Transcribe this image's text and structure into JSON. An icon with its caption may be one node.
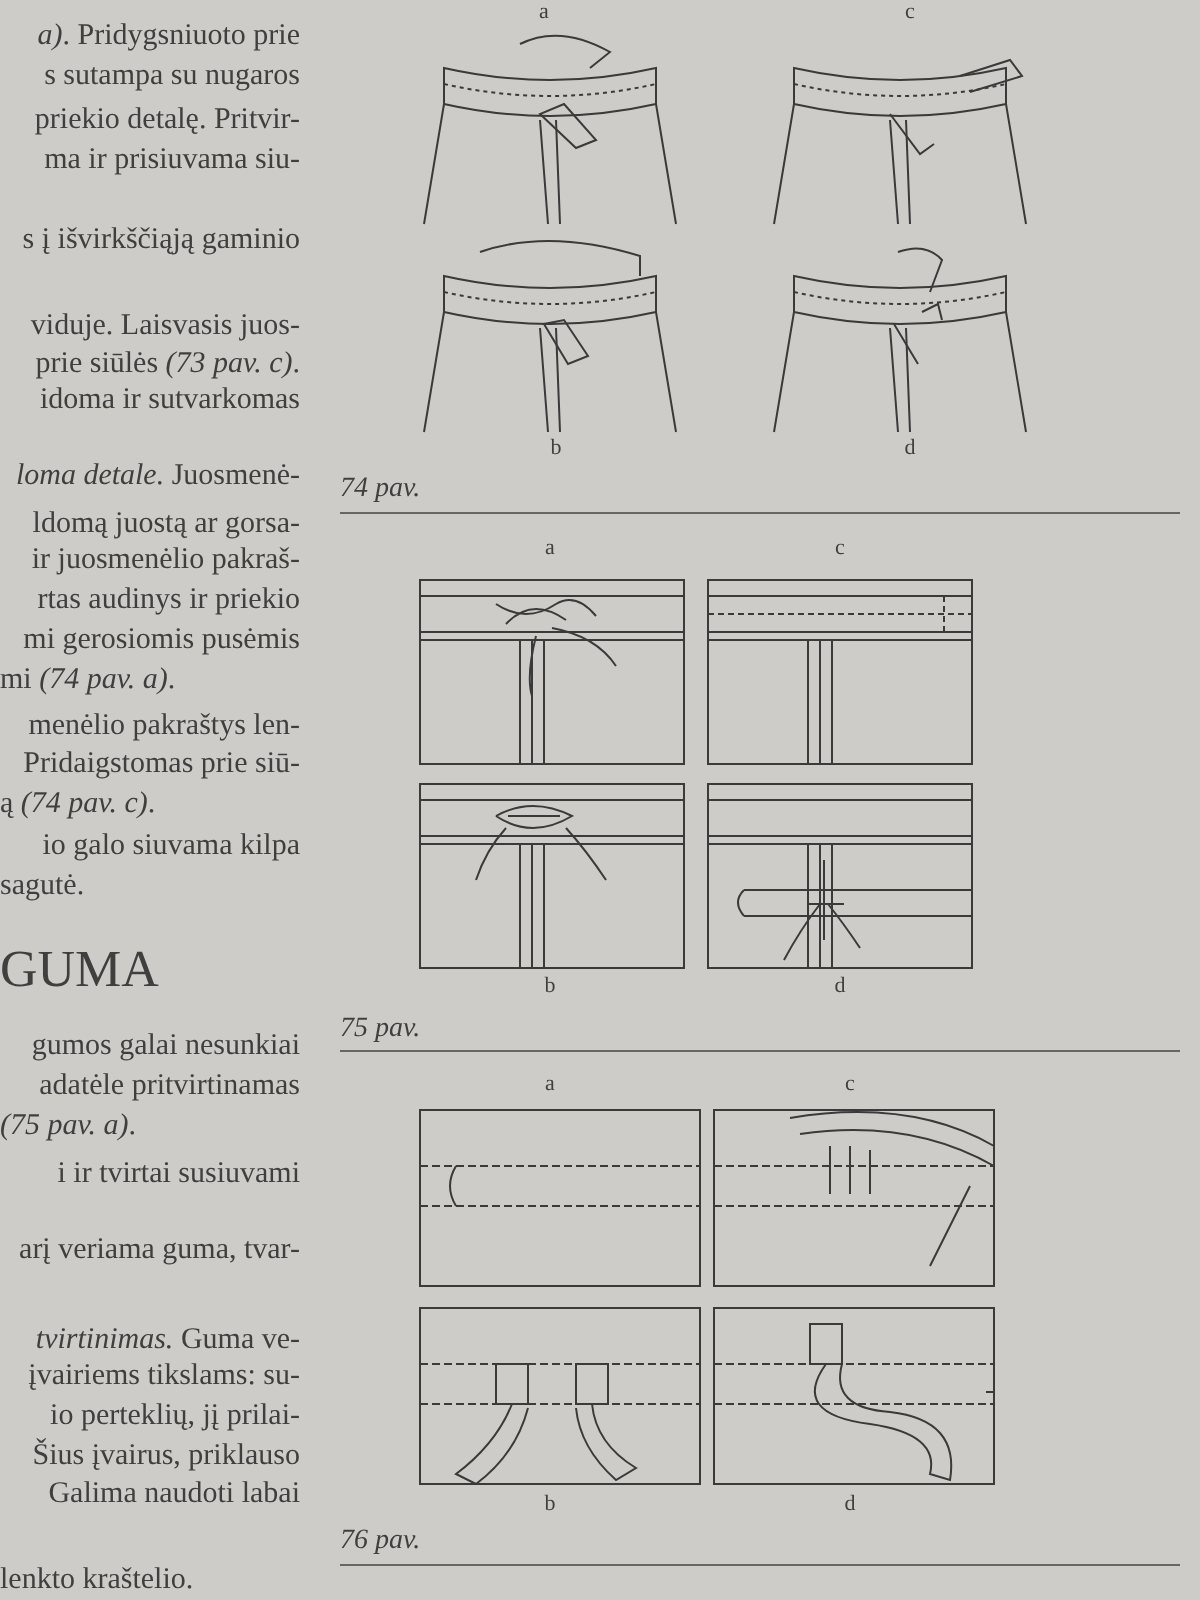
{
  "diagram": {
    "labels": [
      "*a)*. Pridygsniuoto prie",
      "s sutampa su nugaros",
      "priekio detalę. Pritvir-",
      "ma ir prisiuvama siu-",
      "s į išvirkščiąją gaminio",
      "viduje. Laisvasis juos-",
      "prie siūlės *(73 pav. c)*.",
      "idoma ir sutvarkomas",
      "*loma detale.* Juosmenė-",
      "ldomą juostą ar gorsa-",
      "ir juosmenėlio pakraš-",
      "rtas audinys ir priekio",
      "mi gerosiomis pusėmis",
      "mi *(74 pav. a)*.",
      "menėlio pakraštys len-",
      "Pridaigstomas prie siū-",
      "ą *(74 pav. c)*.",
      "io galo siuvama kilpa",
      "sagutė.",
      "GUMA",
      "gumos galai nesunkiai",
      "adatėle pritvirtinamas",
      "*(75 pav. a)*.",
      "i ir tvirtai susiuvami",
      "arį veriama guma, tvar-",
      "*tvirtinimas.* Guma ve-",
      "įvairiems tikslams: su-",
      "io perteklių, jį prilai-",
      "Šius įvairus, priklauso",
      "Galima naudoti labai",
      "lenkto kraštelio.",
      "a",
      "c",
      "b",
      "d",
      "74 pav.",
      "a",
      "c",
      "b",
      "d",
      "75 pav.",
      "a",
      "c",
      "b",
      "d",
      "76 pav."
    ]
  }
}
